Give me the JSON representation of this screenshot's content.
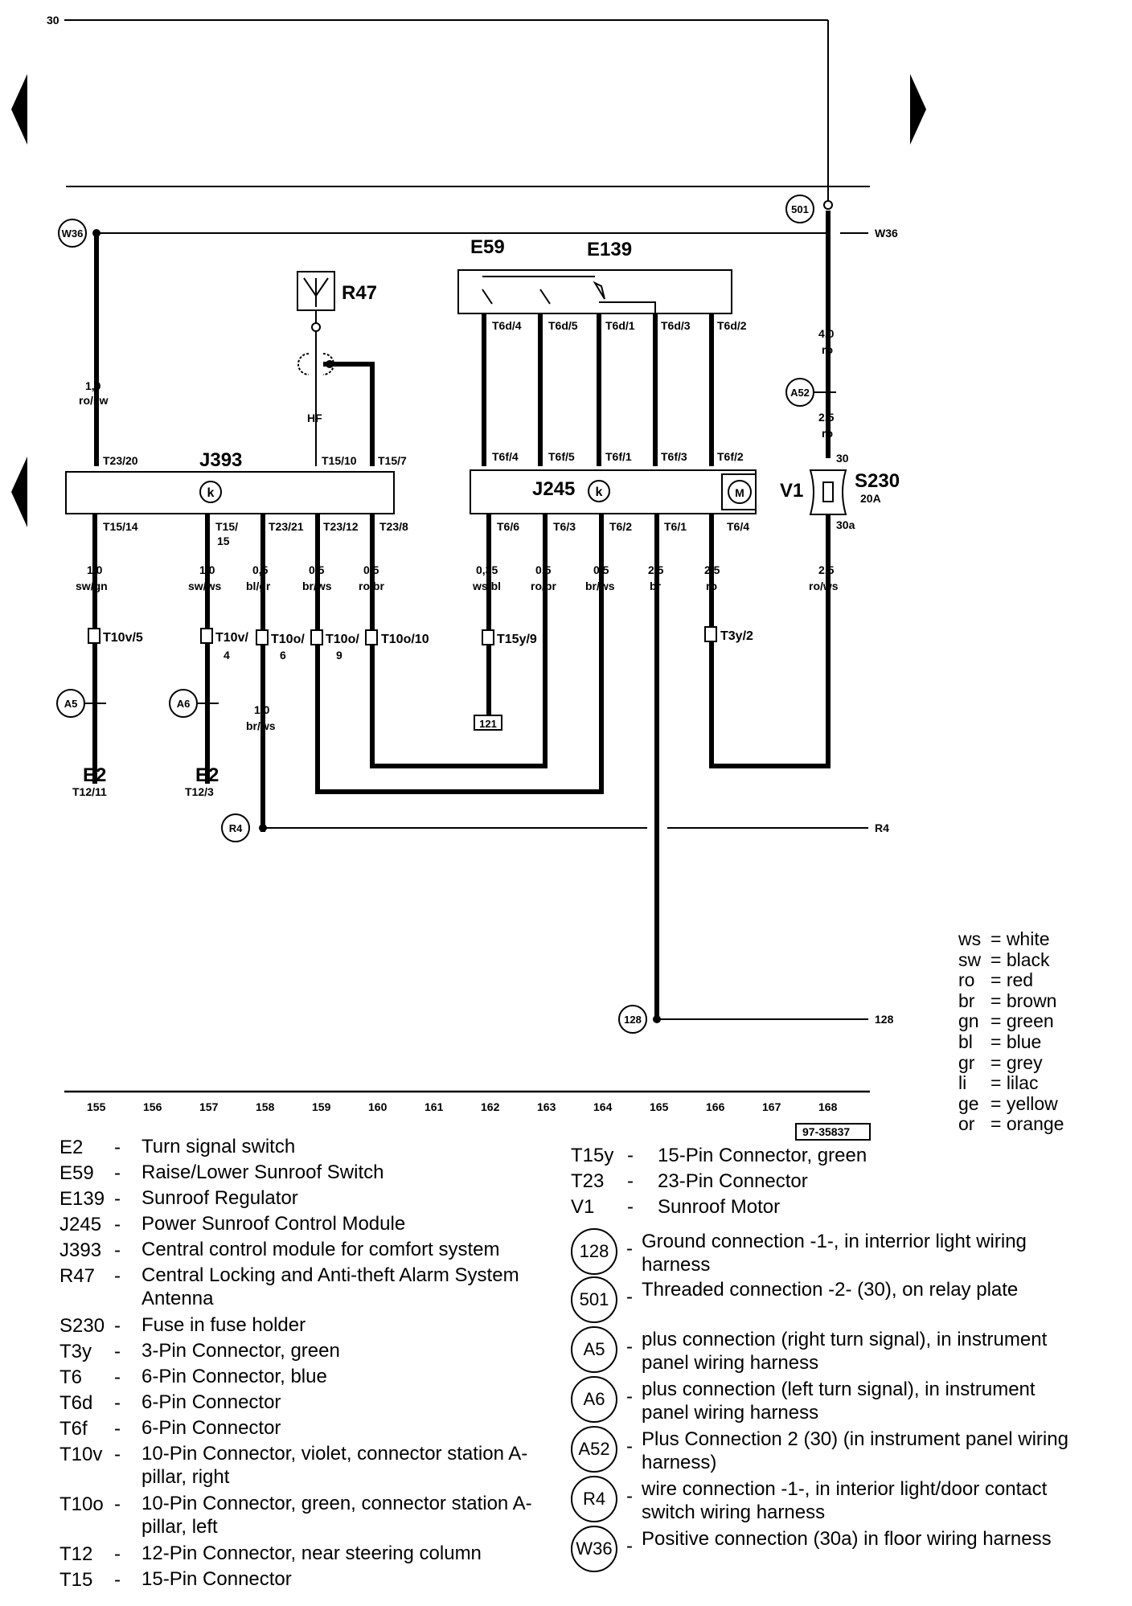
{
  "diagram": {
    "top_line_label": "30",
    "fig_number": "97-35837",
    "columns": [
      "155",
      "156",
      "157",
      "158",
      "159",
      "160",
      "161",
      "162",
      "163",
      "164",
      "165",
      "166",
      "167",
      "168"
    ],
    "components": {
      "J393": "J393",
      "J245": "J245",
      "R47": "R47",
      "E59": "E59",
      "E139": "E139",
      "V1": "V1",
      "S230": "S230",
      "S230_rating": "20A",
      "E2_left": "E2",
      "E2_left_pin": "T12/11",
      "E2_right": "E2",
      "E2_right_pin": "T12/3",
      "hf": "HF",
      "motor": "M",
      "k_symbol": "k",
      "ground_block": "121"
    },
    "connection_points": {
      "W36": "W36",
      "W36_right": "W36",
      "p501": "501",
      "A52": "A52",
      "A5": "A5",
      "A6": "A6",
      "R4": "R4",
      "R4_right": "R4",
      "p128": "128",
      "p128_right": "128"
    },
    "pin_labels": {
      "t23_20": "T23/20",
      "t15_10": "T15/10",
      "t15_7": "T15/7",
      "t6f_4": "T6f/4",
      "t6f_5": "T6f/5",
      "t6f_1": "T6f/1",
      "t6f_3": "T6f/3",
      "t6f_2": "T6f/2",
      "t6d_4": "T6d/4",
      "t6d_5": "T6d/5",
      "t6d_1": "T6d/1",
      "t6d_3": "T6d/3",
      "t6d_2": "T6d/2",
      "t30": "30",
      "t30a": "30a",
      "t15_14": "T15/14",
      "t15_15_a": "T15/",
      "t15_15_b": "15",
      "t23_21": "T23/21",
      "t23_12": "T23/12",
      "t23_8": "T23/8",
      "t6_6": "T6/6",
      "t6_3": "T6/3",
      "t6_2": "T6/2",
      "t6_1": "T6/1",
      "t6_4": "T6/4"
    },
    "connectors": {
      "t10v5": "T10v/5",
      "t10v4_a": "T10v/",
      "t10v4_b": "4",
      "t10o6_a": "T10o/",
      "t10o6_b": "6",
      "t10o9_a": "T10o/",
      "t10o9_b": "9",
      "t10o10": "T10o/10",
      "t15y9": "T15y/9",
      "t3y2": "T3y/2"
    },
    "wires": {
      "w_rosw": [
        "1,0",
        "ro/sw"
      ],
      "w_ro40": [
        "4,0",
        "ro"
      ],
      "w_ro25a": [
        "2,5",
        "ro"
      ],
      "w_swgn": [
        "1,0",
        "sw/gn"
      ],
      "w_swws": [
        "1,0",
        "sw/ws"
      ],
      "w_blgr": [
        "0,5",
        "bl/gr"
      ],
      "w_brws1": [
        "0,5",
        "br/ws"
      ],
      "w_robr1": [
        "0,5",
        "ro/br"
      ],
      "w_wsbl": [
        "0,35",
        "ws/bl"
      ],
      "w_robr2": [
        "0,5",
        "ro/br"
      ],
      "w_brws2": [
        "0,5",
        "br/ws"
      ],
      "w_br": [
        "2,5",
        "br"
      ],
      "w_ro25b": [
        "2,5",
        "ro"
      ],
      "w_rows": [
        "2,5",
        "ro/ws"
      ],
      "w_brws10": [
        "1,0",
        "br/ws"
      ]
    }
  },
  "color_key": [
    {
      "abbr": "ws",
      "name": "= white"
    },
    {
      "abbr": "sw",
      "name": "= black"
    },
    {
      "abbr": "ro",
      "name": "= red"
    },
    {
      "abbr": "br",
      "name": "= brown"
    },
    {
      "abbr": "gn",
      "name": "= green"
    },
    {
      "abbr": "bl",
      "name": "= blue"
    },
    {
      "abbr": "gr",
      "name": "= grey"
    },
    {
      "abbr": "li",
      "name": "= lilac"
    },
    {
      "abbr": "ge",
      "name": "= yellow"
    },
    {
      "abbr": "or",
      "name": "= orange"
    }
  ],
  "legend_left": [
    {
      "code": "E2",
      "desc": "Turn signal switch"
    },
    {
      "code": "E59",
      "desc": "Raise/Lower Sunroof Switch"
    },
    {
      "code": "E139",
      "desc": "Sunroof Regulator"
    },
    {
      "code": "J245",
      "desc": "Power Sunroof Control Module"
    },
    {
      "code": "J393",
      "desc": "Central control module for comfort system"
    },
    {
      "code": "R47",
      "desc": "Central Locking and Anti-theft Alarm System Antenna"
    },
    {
      "code": "S230",
      "desc": "Fuse in fuse holder"
    },
    {
      "code": "T3y",
      "desc": "3-Pin Connector, green"
    },
    {
      "code": "T6",
      "desc": "6-Pin Connector, blue"
    },
    {
      "code": "T6d",
      "desc": "6-Pin Connector"
    },
    {
      "code": "T6f",
      "desc": "6-Pin Connector"
    },
    {
      "code": "T10v",
      "desc": "10-Pin Connector, violet, connector station A-pillar, right"
    },
    {
      "code": "T10o",
      "desc": "10-Pin Connector, green, connector station A-pillar, left"
    },
    {
      "code": "T12",
      "desc": "12-Pin Connector, near steering column"
    },
    {
      "code": "T15",
      "desc": "15-Pin Connector"
    }
  ],
  "legend_right": [
    {
      "code": "T15y",
      "desc": "15-Pin Connector, green"
    },
    {
      "code": "T23",
      "desc": "23-Pin Connector"
    },
    {
      "code": "V1",
      "desc": "Sunroof Motor"
    }
  ],
  "legend_circles": [
    {
      "code": "128",
      "desc": "Ground connection -1-, in interrior light wiring harness"
    },
    {
      "code": "501",
      "desc": "Threaded connection -2- (30), on relay plate"
    },
    {
      "code": "A5",
      "desc": "plus connection (right turn signal), in instrument panel wiring harness"
    },
    {
      "code": "A6",
      "desc": "plus connection (left turn signal), in instrument panel wiring harness"
    },
    {
      "code": "A52",
      "desc": "Plus Connection 2 (30) (in instrument panel wiring harness)"
    },
    {
      "code": "R4",
      "desc": "wire connection -1-, in interior light/door contact switch wiring harness"
    },
    {
      "code": "W36",
      "desc": "Positive connection (30a) in floor wiring harness"
    }
  ],
  "legend_dash": "-"
}
